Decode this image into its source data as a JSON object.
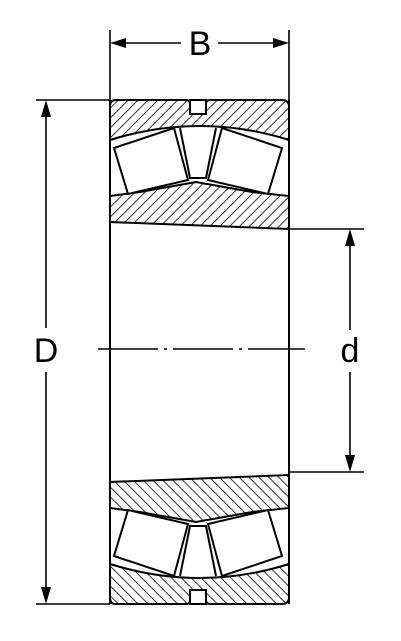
{
  "labels": {
    "width": "B",
    "outer_diameter": "D",
    "bore_diameter": "d"
  },
  "colors": {
    "line": "#000000",
    "background": "#ffffff"
  }
}
